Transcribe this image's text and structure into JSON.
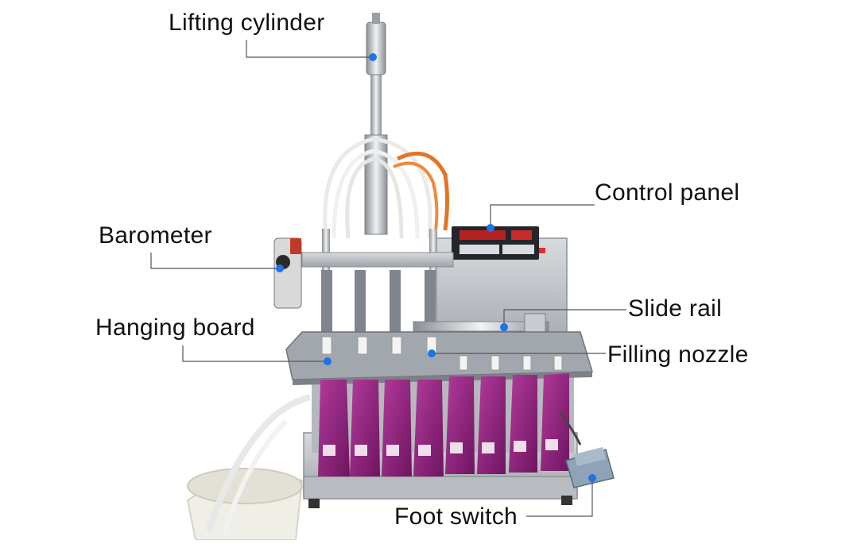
{
  "labels": {
    "lifting_cylinder": "Lifting cylinder",
    "control_panel": "Control panel",
    "barometer": "Barometer",
    "slide_rail": "Slide rail",
    "hanging_board": "Hanging board",
    "filling_nozzle": "Filling nozzle",
    "foot_switch": "Foot switch"
  },
  "colors": {
    "leader_line": "#555555",
    "marker_dot": "#1e73e8",
    "machine_steel": "#c9ccd0",
    "pouch_purple": "#8e1f7a",
    "foot_pedal": "#8fa3b6"
  }
}
